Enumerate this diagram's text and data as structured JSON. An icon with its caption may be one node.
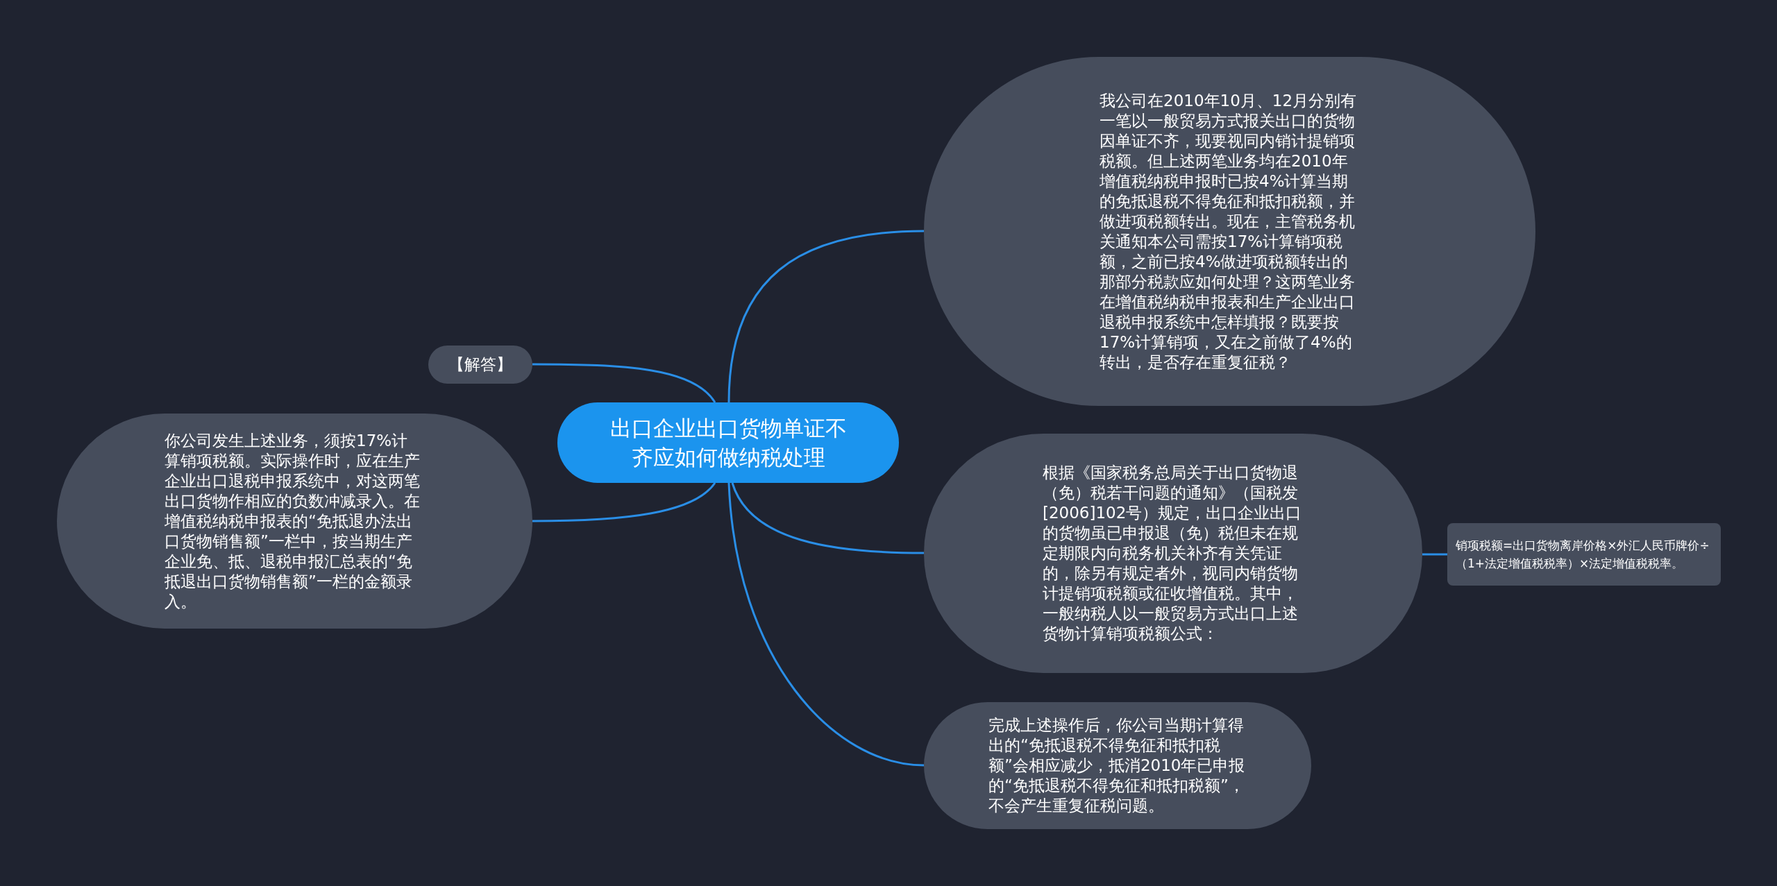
{
  "diagram": {
    "nodes": [
      {
        "text": [
          "出口企业出口货物单证不齐应如何做纳税处理"
        ]
      },
      {
        "text": [
          "我公司在2010年10月、12月分别有一笔以一般贸易方式报关出口的货物因单证不齐，现要视同内销计提销项税额。但上述两笔业务均在2010年增值税纳税申报时已按4%计算当期的免抵退税不得免征和抵扣税额，并做进项税额转出。现在，主管税务机关通知本公司需按17%计算销项税额，之前已按4%做进项税额转出的那部分税款应如何处理？这两笔业务在增值税纳税申报表和生产企业出口退税申报系统中怎样填报？既要按17%计算销项，又在之前做了4%的转出，是否存在重复征税？"
        ]
      },
      {
        "text": [
          "根据《国家税务总局关于出口货物退（免）税若干问题的通知》（国税发[2006]102号）规定，出口企业出口的货物虽已申报退（免）税但未在规定期限内向税务机关补齐有关凭证的，除另有规定者外，视同内销货物计提销项税额或征收增值税。其中，一般纳税人以一般贸易方式出口上述货物计算销项税额公式："
        ]
      },
      {
        "text": [
          "销项税额=出口货物离岸价格×外汇人民币牌价÷（1+法定增值税税率）×法定增值税税率。"
        ]
      },
      {
        "text": [
          "完成上述操作后，你公司当期计算得出的“免抵退税不得免征和抵扣税额”会相应减少，抵消2010年已申报的“免抵退税不得免征和抵扣税额”，不会产生重复征税问题。"
        ]
      },
      {
        "text": [
          "【解答】"
        ]
      },
      {
        "text": [
          "你公司发生上述业务，须按17%计算销项税额。实际操作时，应在生产企业出口退税申报系统中，对这两笔出口货物作相应的负数冲减录入。在增值税纳税申报表的“免抵退办法出口货物销售额”一栏中，按当期生产企业免、抵、退税申报汇总表的“免抵退出口货物销售额”一栏的金额录入。"
        ]
      }
    ],
    "edges": [
      {
        "from": 0,
        "to": 1,
        "arrow": "none"
      },
      {
        "from": 0,
        "to": 2,
        "arrow": "none"
      },
      {
        "from": 2,
        "to": 3,
        "arrow": "none"
      },
      {
        "from": 0,
        "to": 4,
        "arrow": "none"
      },
      {
        "from": 0,
        "to": 5,
        "arrow": "none"
      },
      {
        "from": 0,
        "to": 6,
        "arrow": "none"
      }
    ]
  }
}
